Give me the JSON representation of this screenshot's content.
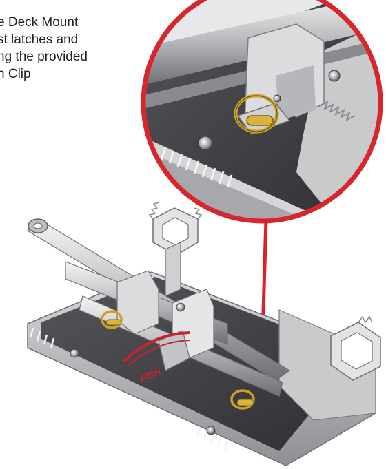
{
  "instruction": {
    "lines": [
      "e Deck Mount",
      "st latches and",
      "ng the provided",
      "h Clip"
    ]
  },
  "illustration": {
    "logo_text": "FISH",
    "colors": {
      "callout_ring": "#d7262c",
      "callout_arrow": "#e01f26",
      "metal_light": "#e4e4e6",
      "metal_mid": "#b8b9bc",
      "metal_dark": "#7c7d80",
      "plate_dark": "#3e3e42",
      "clip_gold": "#c9a227",
      "logo_red": "#c4262e"
    },
    "icons": [
      "detail-callout",
      "pointer-arrow",
      "hitch-clip",
      "deck-mount",
      "rod-holder-bracket"
    ]
  }
}
